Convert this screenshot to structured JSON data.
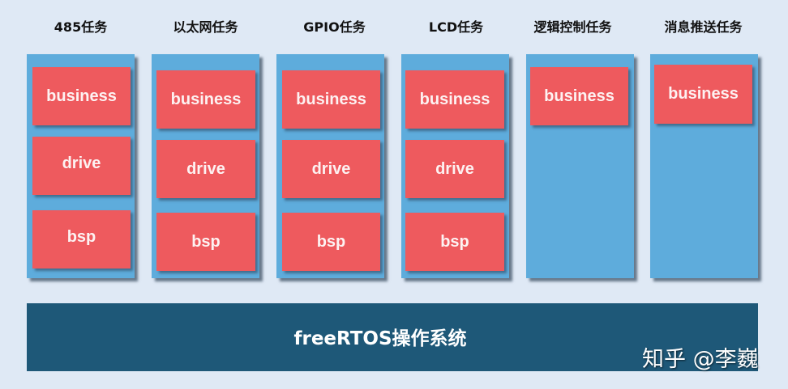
{
  "diagram": {
    "columns": [
      {
        "title": "485任务",
        "blocks": [
          "business",
          "drive",
          "bsp"
        ]
      },
      {
        "title": "以太网任务",
        "blocks": [
          "business",
          "drive",
          "bsp"
        ]
      },
      {
        "title": "GPIO任务",
        "blocks": [
          "business",
          "drive",
          "bsp"
        ]
      },
      {
        "title": "LCD任务",
        "blocks": [
          "business",
          "drive",
          "bsp"
        ]
      },
      {
        "title": "逻辑控制任务",
        "blocks": [
          "business"
        ]
      },
      {
        "title": "消息推送任务",
        "blocks": [
          "business"
        ]
      }
    ],
    "os_layer": {
      "label": "freeRTOS操作系统"
    },
    "watermark": "知乎 @李巍"
  },
  "colors": {
    "background": "#dfe9f5",
    "column": "#5eacdc",
    "block": "#ee5a5e",
    "os_bar": "#1e5878"
  }
}
